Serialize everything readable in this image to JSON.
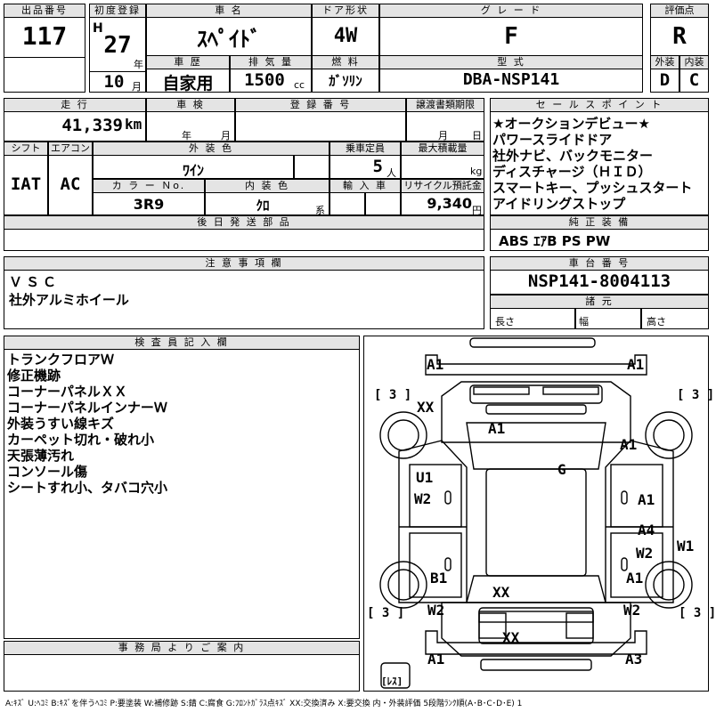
{
  "header": {
    "lot_no_label": "出品番号",
    "lot_no": "117",
    "first_reg_label": "初度登録",
    "era": "H",
    "year": "27",
    "year_unit": "年",
    "month": "10",
    "month_unit": "月",
    "model_label": "車 名",
    "model": "ｽﾍﾟｲﾄﾞ",
    "history_label": "車 歴",
    "history": "自家用",
    "displacement_label": "排 気 量",
    "displacement": "1500",
    "displacement_unit": "cc",
    "door_label": "ドア形状",
    "door": "4W",
    "fuel_label": "燃 料",
    "fuel": "ｶﾞｿﾘﾝ",
    "grade_label": "グ レ ー ド",
    "grade": "F",
    "type_label": "型 式",
    "type": "DBA-NSP141",
    "score_label": "評価点",
    "score": "R",
    "ext_label": "外装",
    "ext": "D",
    "int_label": "内装",
    "int": "C"
  },
  "row2": {
    "mileage_label": "走 行",
    "mileage": "41,339",
    "mileage_unit": "km",
    "inspection_label": "車 検",
    "insp_year_unit": "年",
    "insp_month_unit": "月",
    "reg_no_label": "登 録 番 号",
    "transfer_label": "譲渡書類期限",
    "transfer_month_unit": "月",
    "transfer_day_unit": "日",
    "shift_label": "シフト",
    "shift": "IAT",
    "ac_label": "エアコン",
    "ac": "AC",
    "color_label": "外 装 色",
    "color": "ﾜｲﾝ",
    "capacity_label": "乗車定員",
    "capacity": "5",
    "capacity_unit": "人",
    "load_label": "最大積載量",
    "load_unit": "kg",
    "color_no_label": "カ ラ ー Ｎo.",
    "color_no": "3R9",
    "interior_label": "内 装 色",
    "interior": "ｸﾛ",
    "interior_unit": "系",
    "import_label": "輸 入 車",
    "recycle_label": "リサイクル預託金",
    "recycle": "9,340",
    "recycle_unit": "円",
    "later_parts_label": "後 日 発 送 部 品"
  },
  "sales": {
    "label": "セ ー ル ス ポ イ ン ト",
    "points": [
      "★オークションデビュー★",
      "パワースライドドア",
      "社外ナビ、バックモニター",
      "ディスチャージ（ＨＩＤ）",
      "スマートキー、プッシュスタート",
      "アイドリングストップ"
    ],
    "equip_label": "純 正 装 備",
    "equip": "ABS ｴｱB PS PW"
  },
  "notes": {
    "label": "注 意 事 項 欄",
    "lines": [
      "ＶＳＣ",
      "社外アルミホイール"
    ]
  },
  "chassis": {
    "label": "車 台 番 号",
    "number": "NSP141-8004113",
    "dims_label": "諸 元",
    "length": "長さ",
    "width": "幅",
    "height": "高さ"
  },
  "inspector": {
    "label": "検 査 員 記 入 欄",
    "lines": [
      "トランクフロアＷ",
      "修正機跡",
      "コーナーパネルＸＸ",
      "コーナーパネルインナーＷ",
      "外装うすい線キズ",
      "カーペット切れ・破れ小",
      "天張薄汚れ",
      "コンソール傷",
      "シートすれ小、タバコ穴小"
    ]
  },
  "office": {
    "label": "事 務 局 よ り ご 案 内"
  },
  "diagram": {
    "tire_marks": [
      "[ 3 ]",
      "[ 3 ]",
      "[ 3 ]",
      "[ 3 ]"
    ],
    "spare_mark": "[ﾚｽ]",
    "marks": {
      "front_left": "A1",
      "front_right": "A1",
      "fender_left": "XX",
      "hood": "A1",
      "fender_right": "A1",
      "door_fl": "U1",
      "door_fl2": "W2",
      "roof": "G",
      "door_fr": "A1",
      "door_rr1": "A4",
      "door_rr2": "W2",
      "step_right": "W1",
      "quarter_left": "B1",
      "quarter_left2": "W2",
      "trunk": "XX",
      "quarter_right": "A1",
      "quarter_right2": "W2",
      "rear_bumper": "XX",
      "rear_left": "A1",
      "rear_right": "A3"
    }
  },
  "legend": "A:ｷｽﾞ U:ﾍｺﾐ B:ｷｽﾞを伴うﾍｺﾐ P:要塗装 W:補修跡 S:錆 C:腐食 G:ﾌﾛﾝﾄｶﾞﾗｽ点ｷｽﾞ XX:交換済み X:要交換 内・外装評価 5段階ﾗﾝｸ順(A･B･C･D･E) 1"
}
